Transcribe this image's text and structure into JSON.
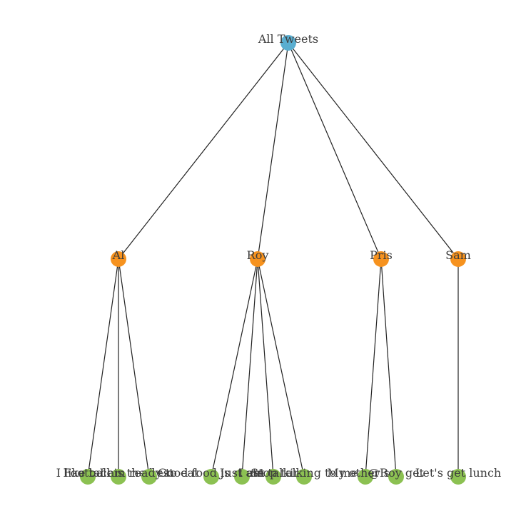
{
  "colors": {
    "root": "#5aaed0",
    "author": "#f6921e",
    "tweet": "#8cc152",
    "link": "#222222"
  },
  "tree": {
    "name": "All Tweets",
    "children": [
      {
        "name": "Al",
        "children": [
          {
            "name": "I like tacos"
          },
          {
            "name": "Football is the best"
          },
          {
            "name": "I am ready to eat"
          }
        ]
      },
      {
        "name": "Roy",
        "children": [
          {
            "name": "Good food is great"
          },
          {
            "name": "Just ate"
          },
          {
            "name": "I am talking"
          },
          {
            "name": "Stop talking to me"
          }
        ]
      },
      {
        "name": "Pris",
        "children": [
          {
            "name": "My other son"
          },
          {
            "name": "@Roy get"
          }
        ]
      },
      {
        "name": "Sam",
        "children": [
          {
            "name": "Let's get lunch"
          }
        ]
      }
    ]
  }
}
